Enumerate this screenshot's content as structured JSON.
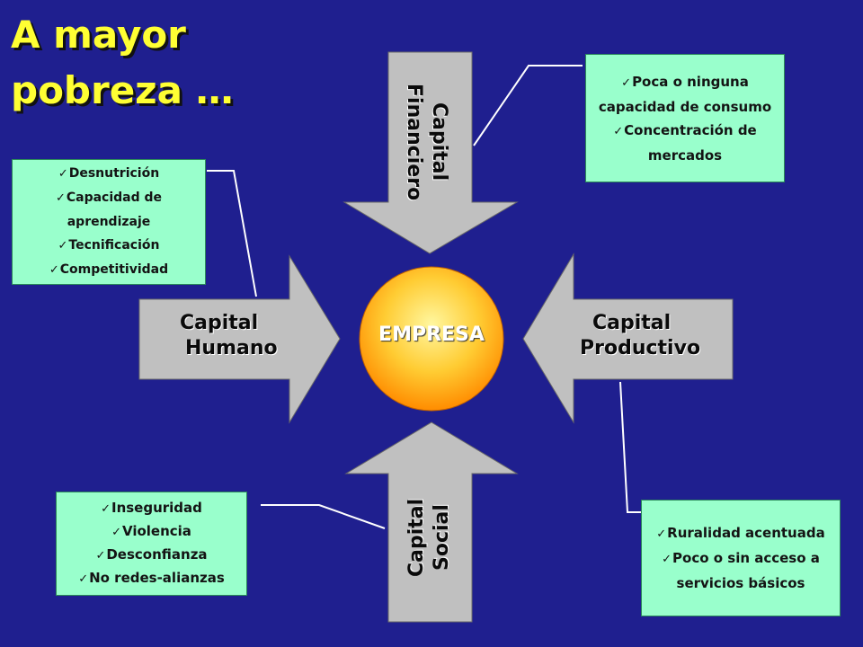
{
  "title": {
    "line1": "A mayor",
    "line2": "pobreza …"
  },
  "center": {
    "label": "EMPRESA"
  },
  "arrows": {
    "top": {
      "line1": "Capital",
      "line2": "Financiero"
    },
    "left": {
      "line1": "Capital",
      "line2": "Humano"
    },
    "right": {
      "line1": "Capital",
      "line2": "Productivo"
    },
    "bottom": {
      "line1": "Capital",
      "line2": "Social"
    }
  },
  "boxes": {
    "financiero": {
      "items": [
        "Poca o ninguna capacidad de consumo",
        "Concentración de mercados"
      ]
    },
    "humano": {
      "items": [
        "Desnutrición",
        "Capacidad de aprendizaje",
        "Tecnificación",
        "Competitividad"
      ]
    },
    "social": {
      "items": [
        "Inseguridad",
        "Violencia",
        "Desconfianza",
        "No redes-alianzas"
      ]
    },
    "productivo": {
      "items": [
        "Ruralidad acentuada",
        "Poco o sin acceso a servicios básicos"
      ]
    }
  },
  "colors": {
    "background": "#1f1f8f",
    "title": "#ffff33",
    "arrow_fill": "#c0c0c0",
    "box_fill": "#99ffcc",
    "center_fill": "#ff9900"
  }
}
